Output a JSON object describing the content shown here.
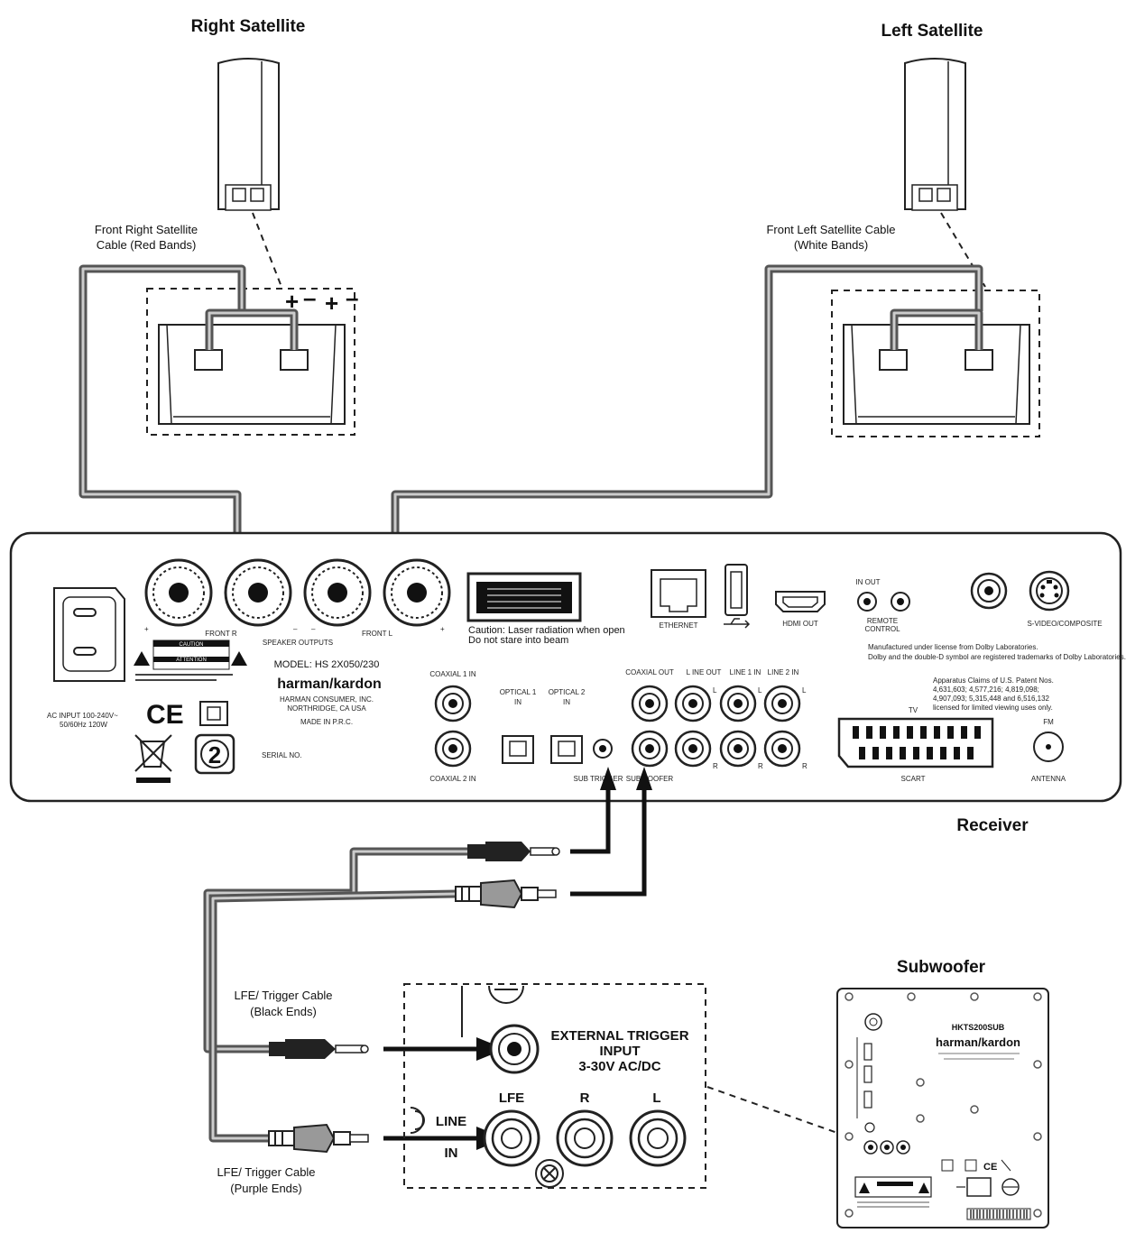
{
  "titles": {
    "right_satellite": "Right Satellite",
    "left_satellite": "Left Satellite",
    "receiver": "Receiver",
    "subwoofer": "Subwoofer"
  },
  "cables": {
    "front_right_line1": "Front Right Satellite",
    "front_right_line2": "Cable (Red Bands)",
    "front_left_line1": "Front Left Satellite Cable",
    "front_left_line2": "(White Bands)",
    "lfe_black_line1": "LFE/ Trigger Cable",
    "lfe_black_line2": "(Black Ends)",
    "lfe_purple_line1": "LFE/ Trigger Cable",
    "lfe_purple_line2": "(Purple Ends)"
  },
  "receiver_labels": {
    "front_r": "FRONT R",
    "front_l": "FRONT L",
    "speaker_outputs": "SPEAKER OUTPUTS",
    "model": "MODEL: HS 2X050/230",
    "brand": "harman/kardon",
    "maker1": "HARMAN CONSUMER, INC.",
    "maker2": "NORTHRIDGE, CA USA",
    "made_in": "MADE IN P.R.C.",
    "laser1": "Caution: Laser radiation when open",
    "laser2": "Do not stare into beam",
    "ethernet": "ETHERNET",
    "hdmi_out": "HDMI OUT",
    "in_out": "IN OUT",
    "remote1": "REMOTE",
    "remote2": "CONTROL",
    "svideo": "S-VIDEO/COMPOSITE",
    "coaxial1": "COAXIAL 1 IN",
    "coaxial2": "COAXIAL 2 IN",
    "optical1a": "OPTICAL 1",
    "optical1b": "IN",
    "optical2a": "OPTICAL 2",
    "optical2b": "IN",
    "coaxial_out": "COAXIAL OUT",
    "line_out": "L   INE OUT",
    "line1_in": "LINE 1 IN",
    "line2_in": "LINE 2 IN",
    "sub_trigger": "SUB TRIGGER",
    "subwoofer_jack": "SUBWOOFER",
    "tv": "TV",
    "scart": "SCART",
    "fm": "FM",
    "antenna": "ANTENNA",
    "dolby1": "Manufactured under license from Dolby Laboratories.",
    "dolby2": "Dolby and the double-D symbol are registered trademarks of Dolby Laboratories.",
    "patent1": "Apparatus Claims of U.S. Patent Nos.",
    "patent2": "4,631,603; 4,577,216; 4,819,098;",
    "patent3": "4,907,093; 5,315,448 and 6,516,132",
    "patent4": "licensed for limited viewing uses only.",
    "ac_input": "AC INPUT 100-240V~",
    "ac_input2": "50/60Hz 120W",
    "ce": "CE",
    "disc_num": "2",
    "caution": "CAUTION",
    "attention": "ATTENTION",
    "serial": "SERIAL NO."
  },
  "trigger_panel": {
    "title1": "EXTERNAL TRIGGER",
    "title2": "INPUT",
    "title3": "3-30V AC/DC",
    "lfe": "LFE",
    "r": "R",
    "l": "L",
    "line": "LINE",
    "in": "IN"
  },
  "subwoofer_panel": {
    "model": "HKTS200SUB",
    "brand": "harman/kardon",
    "ce": "CE"
  },
  "colors": {
    "cable_outer": "#555555",
    "cable_inner": "#cccccc",
    "ink": "#111111"
  }
}
